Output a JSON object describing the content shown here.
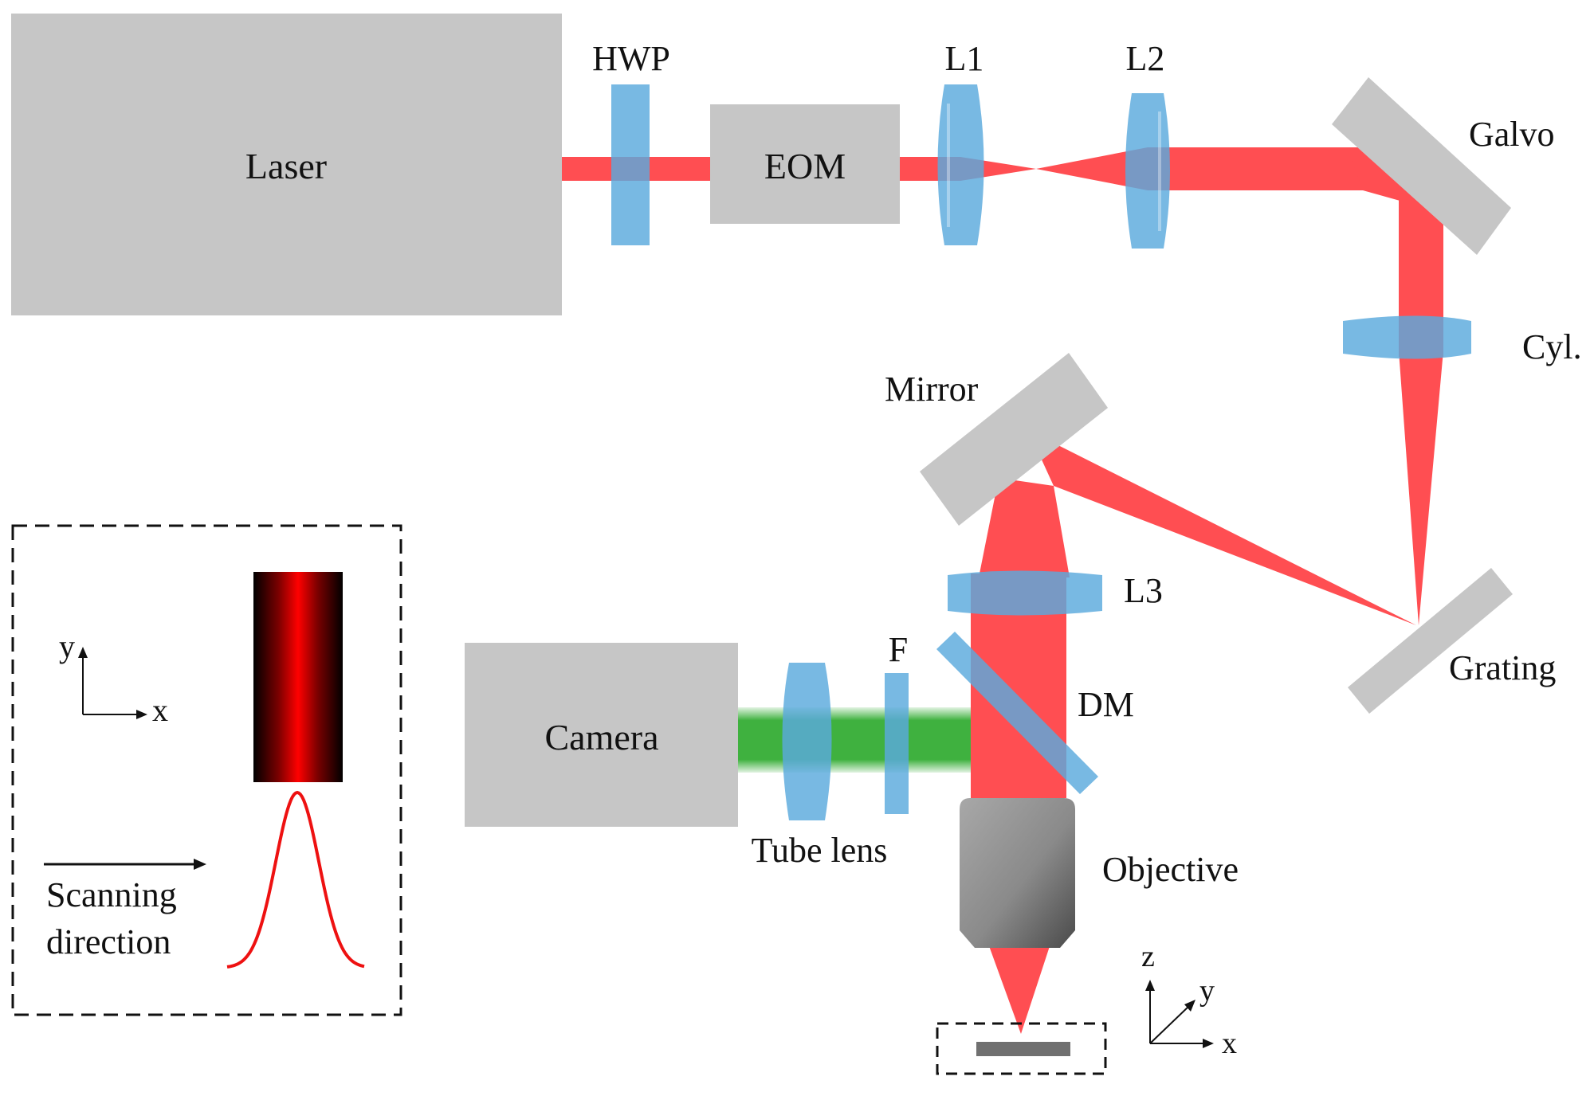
{
  "labels": {
    "laser": "Laser",
    "hwp": "HWP",
    "eom": "EOM",
    "l1": "L1",
    "l2": "L2",
    "galvo": "Galvo",
    "cyl": "Cyl.",
    "mirror": "Mirror",
    "grating": "Grating",
    "l3": "L3",
    "f": "F",
    "dm": "DM",
    "camera": "Camera",
    "tube_lens": "Tube lens",
    "objective": "Objective"
  },
  "inset": {
    "axis_y": "y",
    "axis_x": "x",
    "scan_line1": "Scanning",
    "scan_line2": "direction"
  },
  "axes3d": {
    "z": "z",
    "y": "y",
    "x": "x"
  },
  "colors": {
    "component_gray": "#c6c6c6",
    "lens_blue": "#5aa9dd",
    "beam_red": "#ff4e52",
    "emission_green": "#3fb13f",
    "profile_red": "#ee1111",
    "text": "#111111"
  }
}
